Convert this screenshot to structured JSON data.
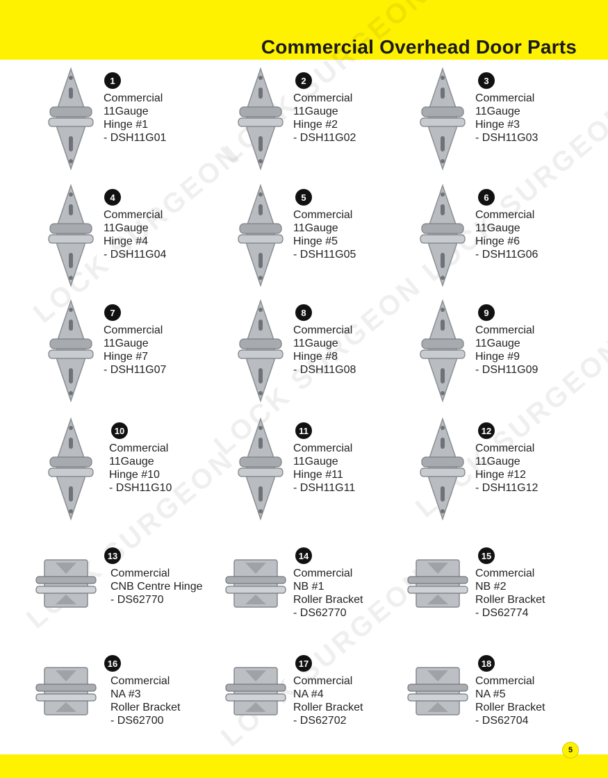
{
  "header": {
    "title": "Commercial Overhead Door Parts"
  },
  "footer": {
    "page_number": "5"
  },
  "watermark": "LOCK SURGEON",
  "colors": {
    "accent_yellow": "#fff200",
    "badge_black": "#111111",
    "metal": "#b8bcc0"
  },
  "items": [
    {
      "num": "1",
      "kind": "hinge",
      "lines": [
        "Commercial",
        "11Gauge",
        "Hinge #1",
        "- DSH11G01"
      ]
    },
    {
      "num": "2",
      "kind": "hinge",
      "lines": [
        "Commercial",
        "11Gauge",
        "Hinge #2",
        "- DSH11G02"
      ]
    },
    {
      "num": "3",
      "kind": "hinge",
      "lines": [
        "Commercial",
        "11Gauge",
        "Hinge #3",
        "- DSH11G03"
      ]
    },
    {
      "num": "4",
      "kind": "hinge",
      "lines": [
        "Commercial",
        "11Gauge",
        "Hinge #4",
        "- DSH11G04"
      ]
    },
    {
      "num": "5",
      "kind": "hinge",
      "lines": [
        "Commercial",
        "11Gauge",
        "Hinge #5",
        "- DSH11G05"
      ]
    },
    {
      "num": "6",
      "kind": "hinge",
      "lines": [
        "Commercial",
        "11Gauge",
        "Hinge #6",
        "- DSH11G06"
      ]
    },
    {
      "num": "7",
      "kind": "hinge",
      "lines": [
        "Commercial",
        "11Gauge",
        "Hinge #7",
        "- DSH11G07"
      ]
    },
    {
      "num": "8",
      "kind": "hinge",
      "lines": [
        "Commercial",
        "11Gauge",
        "Hinge #8",
        "- DSH11G08"
      ]
    },
    {
      "num": "9",
      "kind": "hinge",
      "lines": [
        "Commercial",
        "11Gauge",
        "Hinge #9",
        "- DSH11G09"
      ]
    },
    {
      "num": "10",
      "kind": "hinge",
      "lines": [
        "Commercial",
        "11Gauge",
        "Hinge #10",
        "- DSH11G10"
      ]
    },
    {
      "num": "11",
      "kind": "hinge",
      "lines": [
        "Commercial",
        "11Gauge",
        "Hinge #11",
        "- DSH11G11"
      ]
    },
    {
      "num": "12",
      "kind": "hinge",
      "lines": [
        "Commercial",
        "11Gauge",
        "Hinge #12",
        "- DSH11G12"
      ]
    },
    {
      "num": "13",
      "kind": "bracket",
      "lines": [
        "Commercial",
        "CNB Centre Hinge",
        "- DS62770"
      ]
    },
    {
      "num": "14",
      "kind": "bracket",
      "lines": [
        "Commercial",
        "NB #1",
        "Roller Bracket",
        "- DS62770"
      ]
    },
    {
      "num": "15",
      "kind": "bracket",
      "lines": [
        "Commercial",
        "NB #2",
        "Roller Bracket",
        "- DS62774"
      ]
    },
    {
      "num": "16",
      "kind": "bracket",
      "lines": [
        "Commercial",
        "NA #3",
        "Roller Bracket",
        "- DS62700"
      ]
    },
    {
      "num": "17",
      "kind": "bracket",
      "lines": [
        "Commercial",
        "NA #4",
        "Roller Bracket",
        "- DS62702"
      ]
    },
    {
      "num": "18",
      "kind": "bracket",
      "lines": [
        "Commercial",
        "NA #5",
        "Roller Bracket",
        "- DS62704"
      ]
    }
  ]
}
